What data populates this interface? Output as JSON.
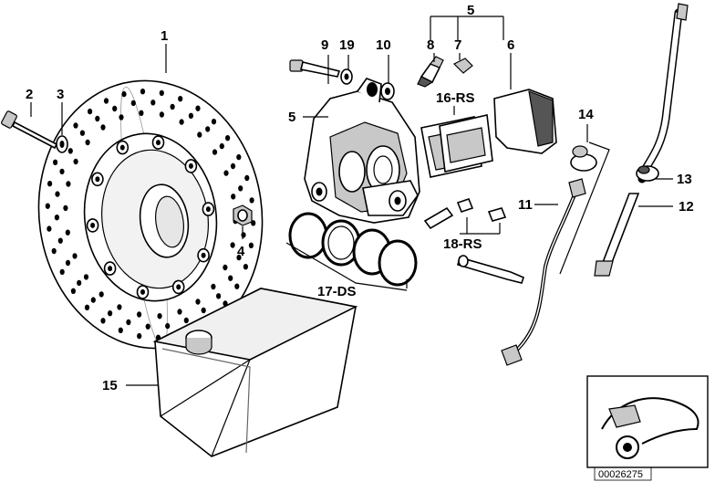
{
  "labels": {
    "l1": "1",
    "l2": "2",
    "l3": "3",
    "l4": "4",
    "l5_top": "5",
    "l5_side": "5",
    "l6": "6",
    "l7": "7",
    "l8": "8",
    "l9": "9",
    "l10": "10",
    "l11": "11",
    "l12": "12",
    "l13": "13",
    "l14": "14",
    "l15": "15",
    "l16": "16-RS",
    "l17": "17-DS",
    "l18": "18-RS",
    "l19": "19"
  },
  "diagram_code": "00026275"
}
